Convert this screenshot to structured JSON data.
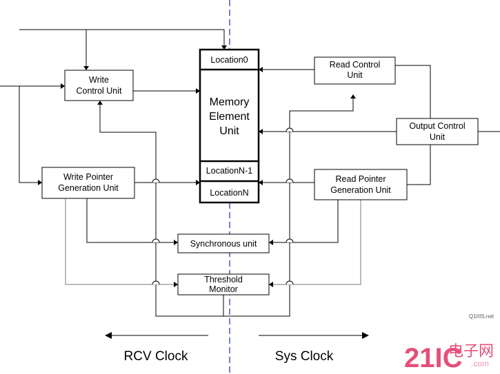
{
  "diagram": {
    "write_control": [
      "Write",
      "Control Unit"
    ],
    "read_control": [
      "Read Control",
      "Unit"
    ],
    "output_control": [
      "Output Control",
      "Unit"
    ],
    "write_pointer": [
      "Write Pointer",
      "Generation Unit"
    ],
    "read_pointer": [
      "Read Pointer",
      "Generation Unit"
    ],
    "synchronous": "Synchronous unit",
    "threshold": [
      "Threshold",
      "Monitor"
    ],
    "memory": {
      "location0": "Location0",
      "title": [
        "Memory",
        "Element",
        "Unit"
      ],
      "location_n1": "LocationN-1",
      "location_n": "LocationN"
    },
    "rcv_clock": "RCV Clock",
    "sys_clock": "Sys Clock"
  },
  "watermark": {
    "brand": "21IC",
    "chinese": "电子网",
    "domain": ".com",
    "site": "Q1IIIS.net"
  }
}
